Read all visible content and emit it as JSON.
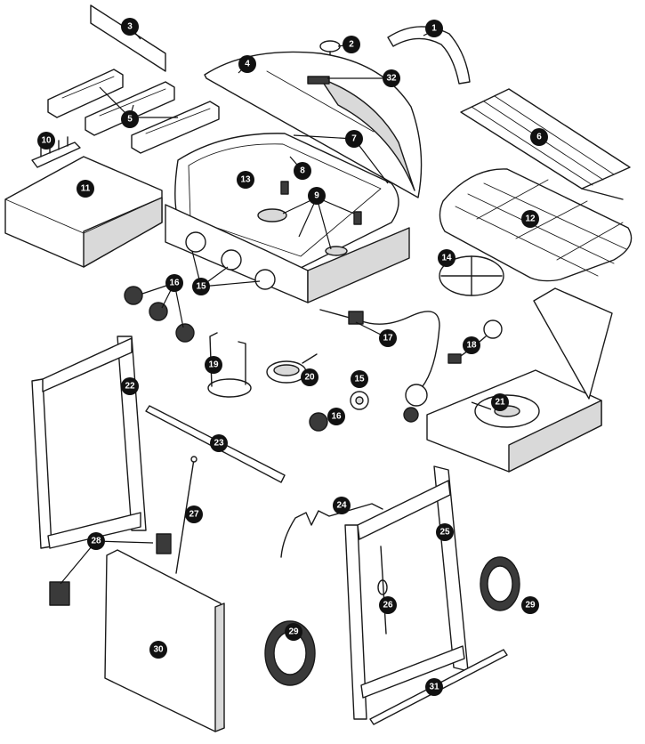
{
  "diagram": {
    "callouts": [
      {
        "id": "c1",
        "label": "1"
      },
      {
        "id": "c2",
        "label": "2"
      },
      {
        "id": "c3",
        "label": "3"
      },
      {
        "id": "c4",
        "label": "4"
      },
      {
        "id": "c32",
        "label": "32"
      },
      {
        "id": "c5",
        "label": "5"
      },
      {
        "id": "c6",
        "label": "6"
      },
      {
        "id": "c7",
        "label": "7"
      },
      {
        "id": "c8",
        "label": "8"
      },
      {
        "id": "c9",
        "label": "9"
      },
      {
        "id": "c10",
        "label": "10"
      },
      {
        "id": "c11",
        "label": "11"
      },
      {
        "id": "c12",
        "label": "12"
      },
      {
        "id": "c13",
        "label": "13"
      },
      {
        "id": "c14",
        "label": "14"
      },
      {
        "id": "c15a",
        "label": "15"
      },
      {
        "id": "c15b",
        "label": "15"
      },
      {
        "id": "c16a",
        "label": "16"
      },
      {
        "id": "c16b",
        "label": "16"
      },
      {
        "id": "c17",
        "label": "17"
      },
      {
        "id": "c18",
        "label": "18"
      },
      {
        "id": "c19",
        "label": "19"
      },
      {
        "id": "c20",
        "label": "20"
      },
      {
        "id": "c21",
        "label": "21"
      },
      {
        "id": "c22",
        "label": "22"
      },
      {
        "id": "c23",
        "label": "23"
      },
      {
        "id": "c24",
        "label": "24"
      },
      {
        "id": "c25",
        "label": "25"
      },
      {
        "id": "c26",
        "label": "26"
      },
      {
        "id": "c27",
        "label": "27"
      },
      {
        "id": "c28",
        "label": "28"
      },
      {
        "id": "c29a",
        "label": "29"
      },
      {
        "id": "c29b",
        "label": "29"
      },
      {
        "id": "c30",
        "label": "30"
      },
      {
        "id": "c31",
        "label": "31"
      }
    ]
  }
}
